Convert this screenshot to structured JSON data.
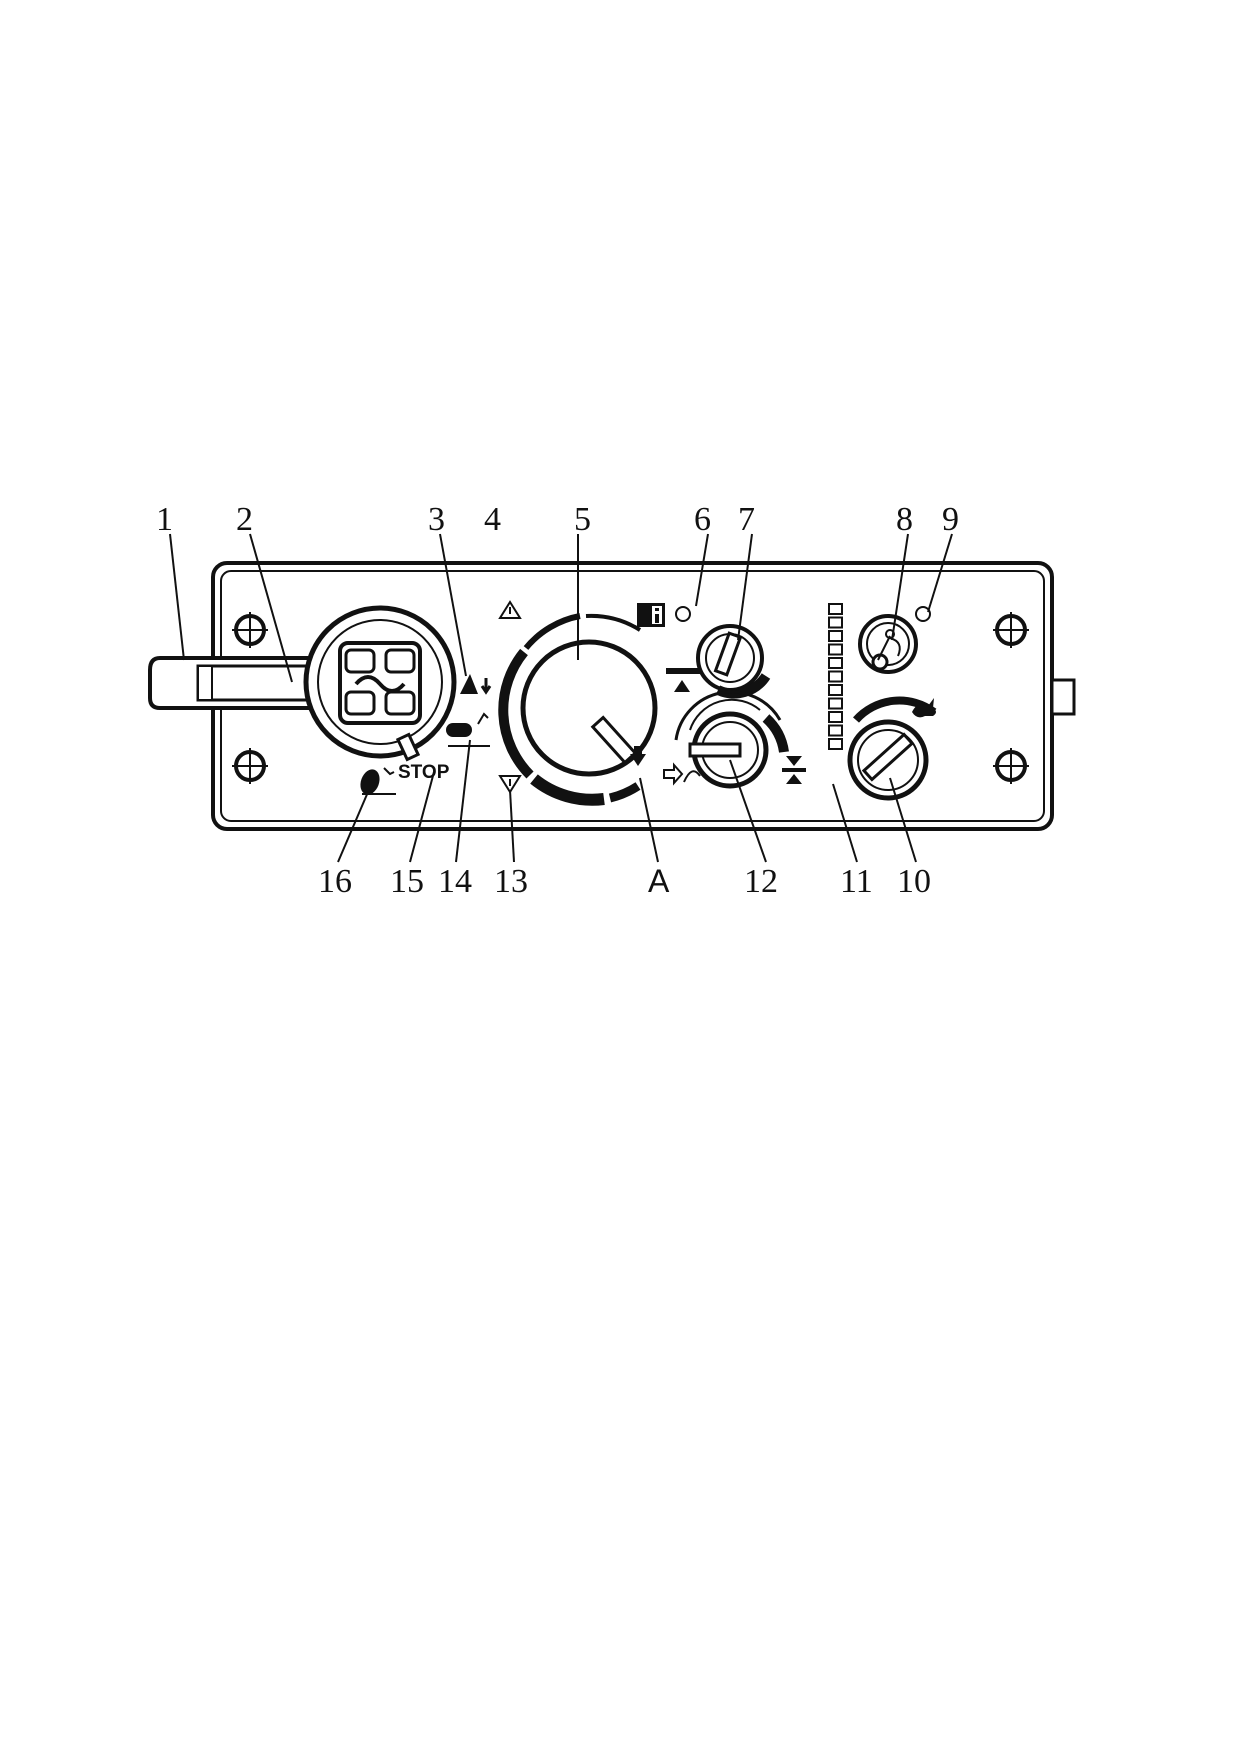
{
  "callouts": {
    "c1": "1",
    "c2": "2",
    "c3": "3",
    "c4": "4",
    "c5": "5",
    "c6": "6",
    "c7": "7",
    "c8": "8",
    "c9": "9",
    "c10": "10",
    "c11": "11",
    "c12": "12",
    "c13": "13",
    "c14": "14",
    "c15": "15",
    "c16": "16",
    "cA": "A"
  },
  "panel": {
    "stop_label": "STOP"
  },
  "icons": [
    "screw-icon",
    "warning-triangle-icon",
    "down-triangle-icon",
    "info-icon",
    "rabbit-icon",
    "arrow-up-icon",
    "arrow-down-icon"
  ]
}
